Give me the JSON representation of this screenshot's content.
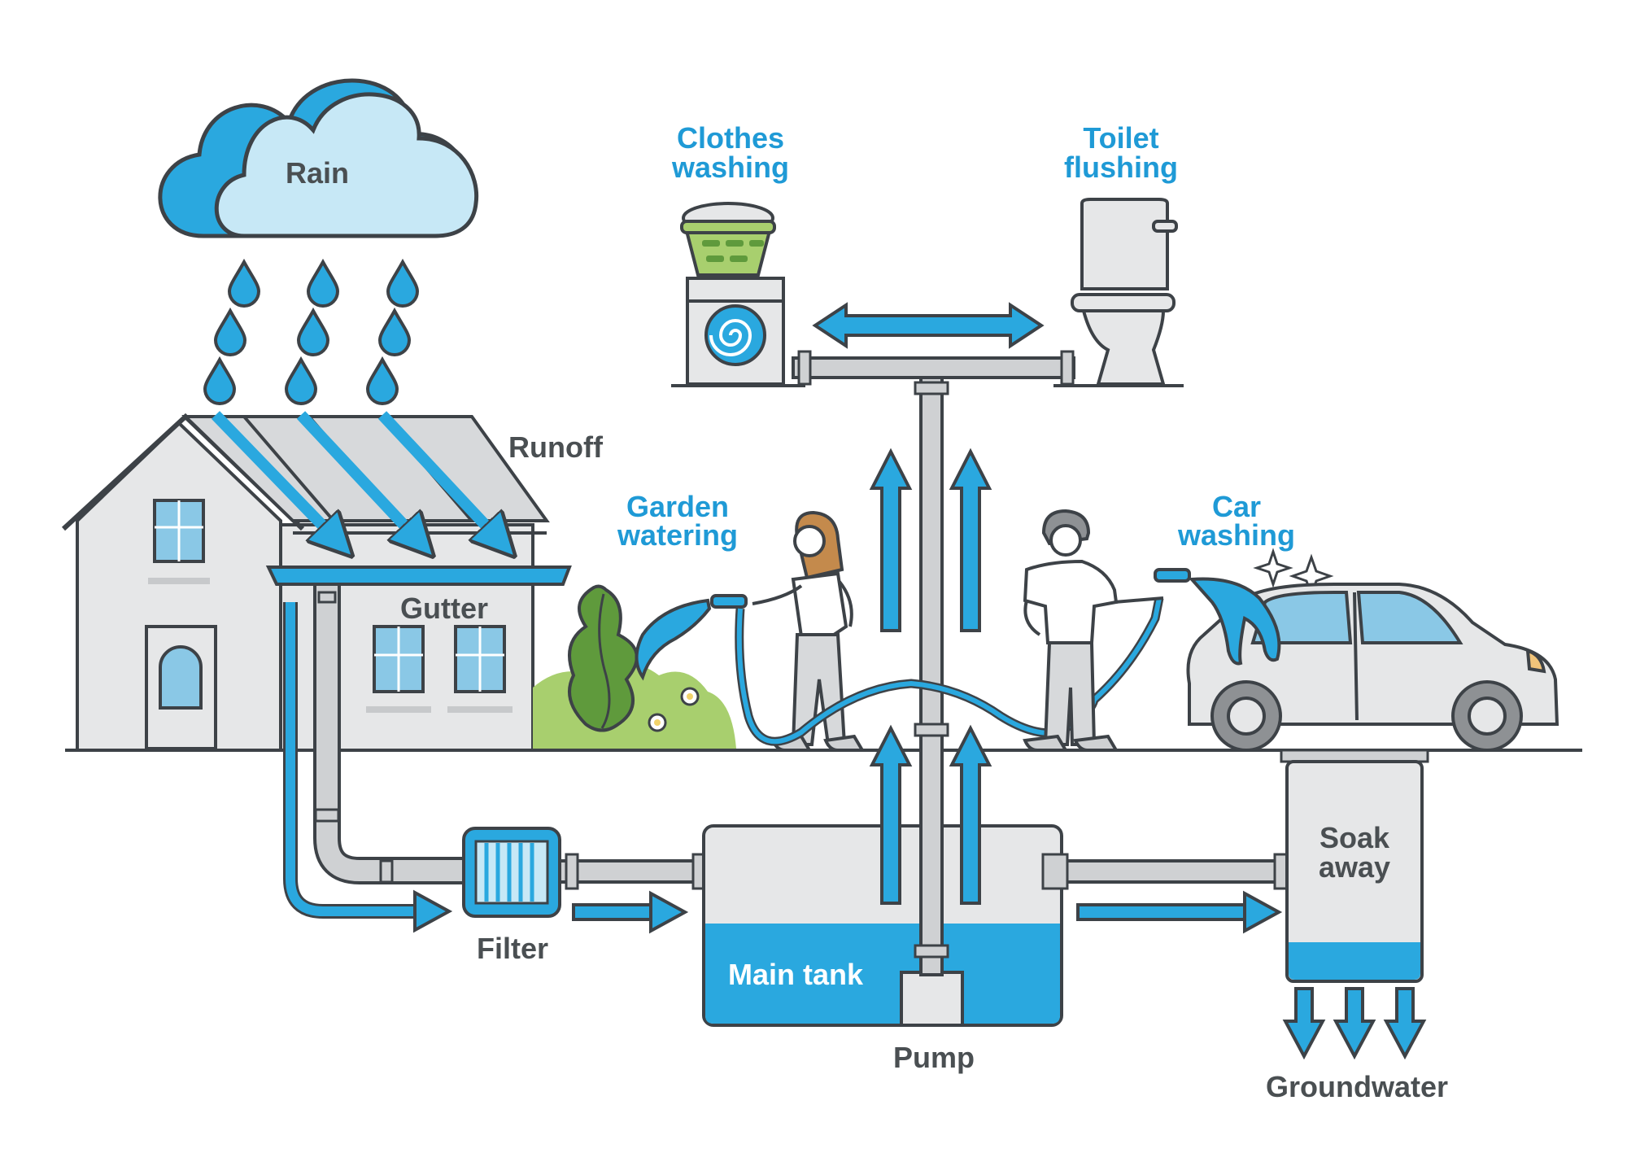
{
  "labels": {
    "rain": "Rain",
    "runoff": "Runoff",
    "gutter": "Gutter",
    "filter": "Filter",
    "main_tank": "Main tank",
    "pump": "Pump",
    "soak_away_1": "Soak",
    "soak_away_2": "away",
    "groundwater": "Groundwater",
    "clothes_washing_1": "Clothes",
    "clothes_washing_2": "washing",
    "toilet_flushing_1": "Toilet",
    "toilet_flushing_2": "flushing",
    "garden_watering_1": "Garden",
    "garden_watering_2": "watering",
    "car_washing_1": "Car",
    "car_washing_2": "washing"
  },
  "colors": {
    "water_blue": "#2aa8df",
    "light_blue": "#c7e8f6",
    "label_blue": "#1f9ad6",
    "outline": "#3d4247",
    "grey_fill": "#e6e7e8",
    "pipe_grey": "#cfd1d3",
    "plant_green": "#5f9a3c",
    "bush_green": "#a8cf6e"
  },
  "icons": [
    "cloud-icon",
    "raindrop-icon",
    "house-icon",
    "washing-machine-icon",
    "laundry-basket-icon",
    "toilet-icon",
    "woman-gardener-icon",
    "man-washing-car-icon",
    "car-icon",
    "plant-icon",
    "flow-arrow-icon"
  ]
}
